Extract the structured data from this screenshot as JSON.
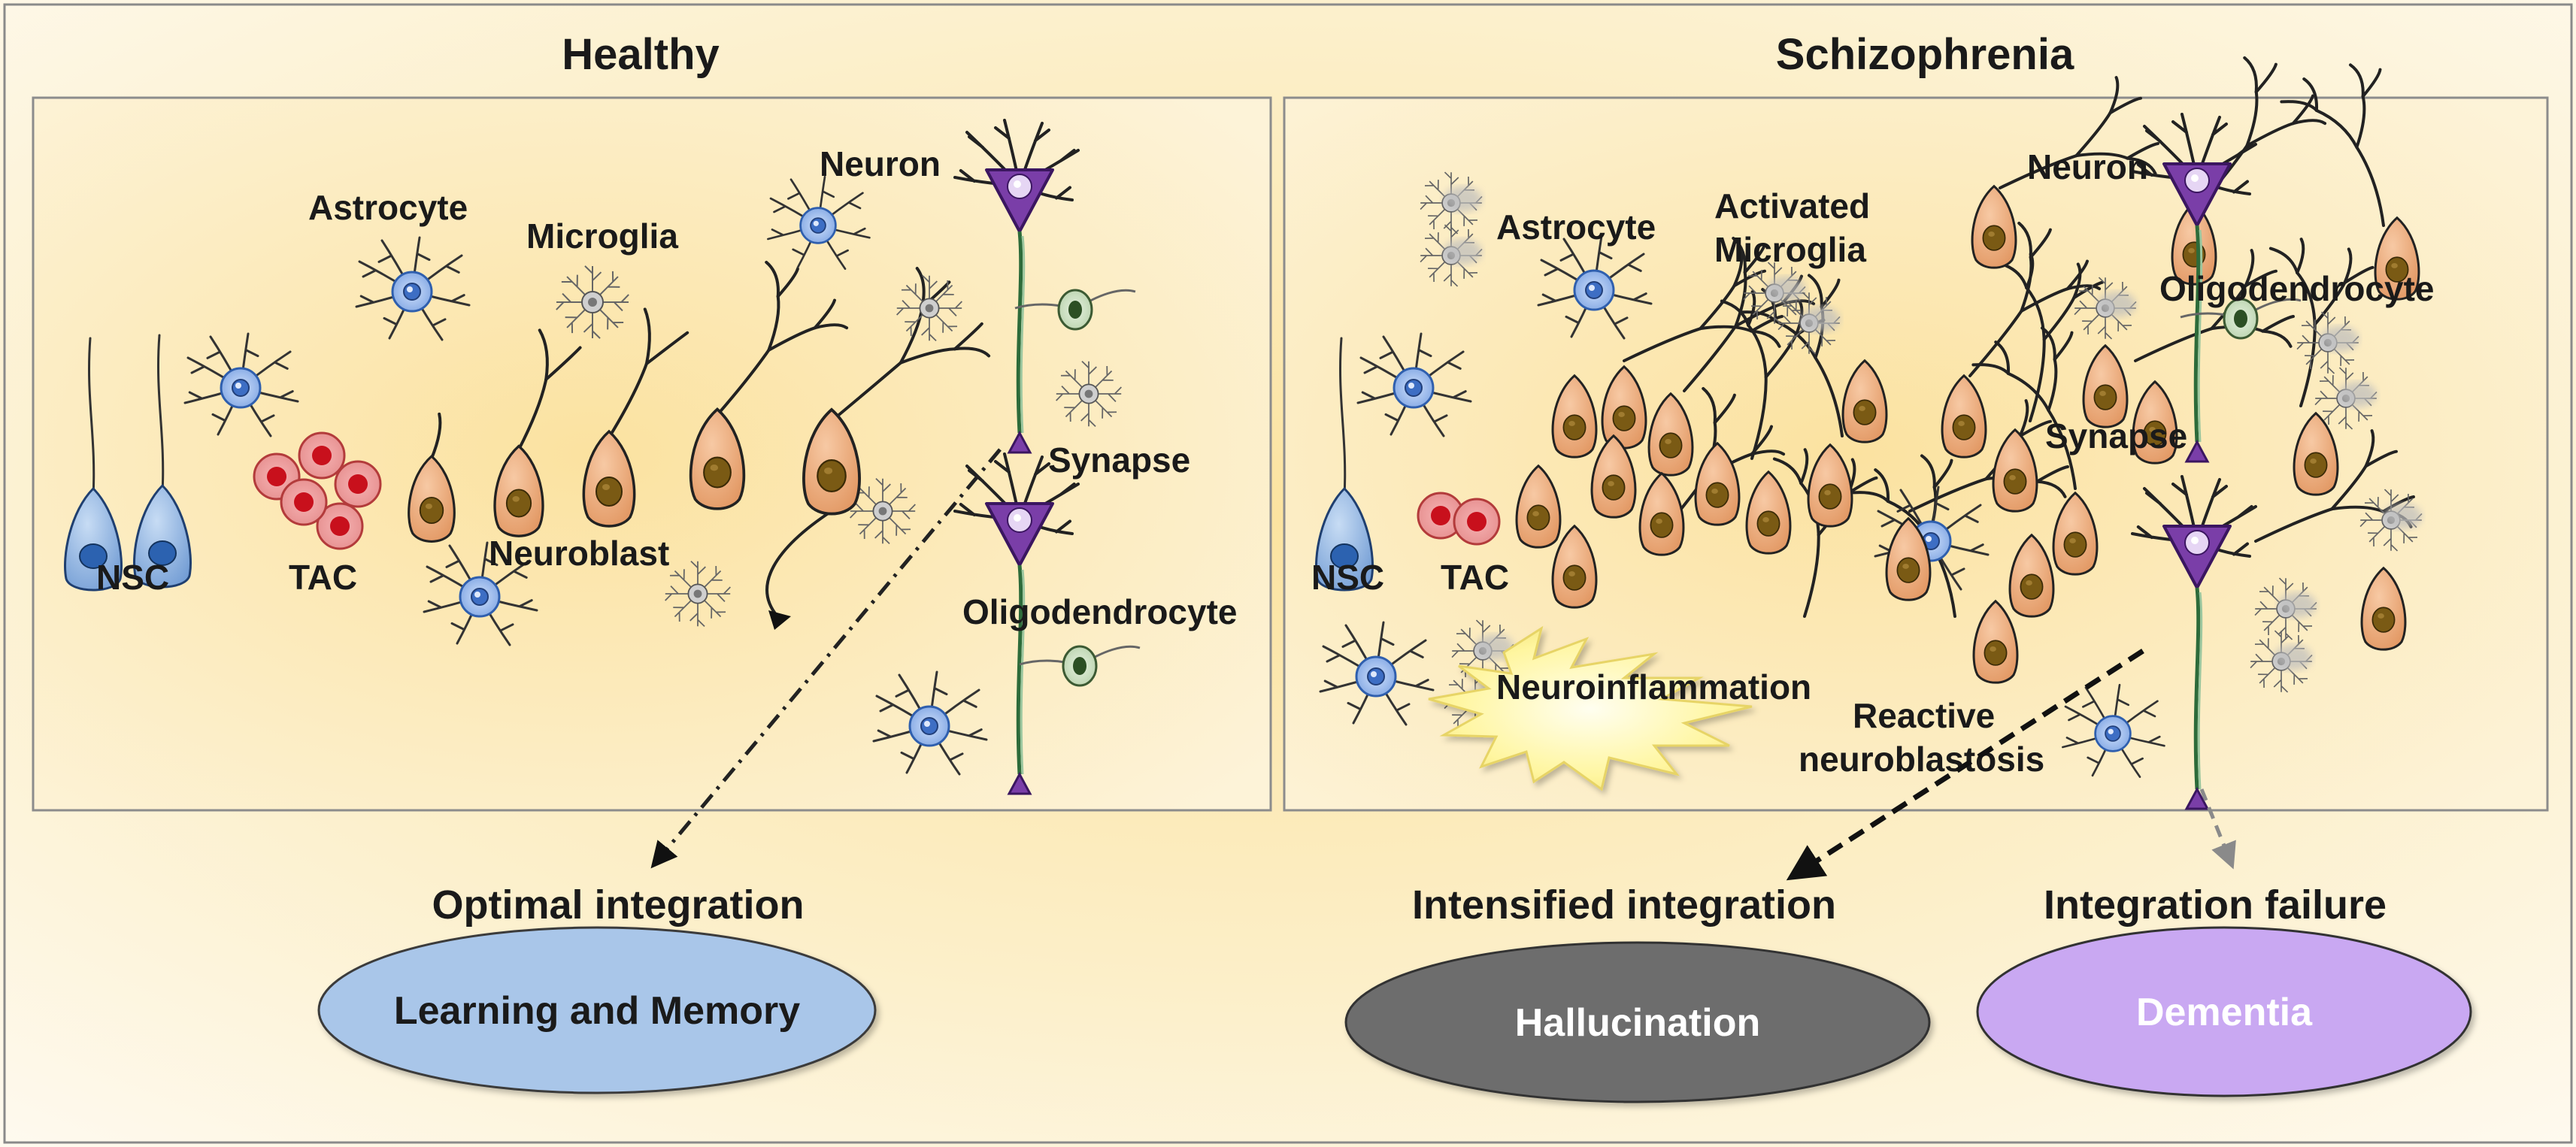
{
  "panels": {
    "healthy": {
      "title": "Healthy",
      "labels": {
        "nsc": "NSC",
        "tac": "TAC",
        "astrocyte": "Astrocyte",
        "microglia": "Microglia",
        "neuron": "Neuron",
        "neuroblast": "Neuroblast",
        "synapse": "Synapse",
        "oligodendrocyte": "Oligodendrocyte"
      },
      "outcome": "Optimal integration",
      "result": "Learning and Memory"
    },
    "schizophrenia": {
      "title": "Schizophrenia",
      "labels": {
        "nsc": "NSC",
        "tac": "TAC",
        "astrocyte": "Astrocyte",
        "activated_microglia_1": "Activated",
        "activated_microglia_2": "Microglia",
        "neuron": "Neuron",
        "oligodendrocyte": "Oligodendrocyte",
        "synapse": "Synapse",
        "neuroinflammation": "Neuroinflammation",
        "reactive_1": "Reactive",
        "reactive_2": "neuroblastosis"
      },
      "outcomes": [
        {
          "label": "Intensified integration",
          "result": "Hallucination"
        },
        {
          "label": "Integration failure",
          "result": "Dementia"
        }
      ]
    }
  },
  "colors": {
    "background_center": "#fbe6a8",
    "background_edge": "#fdf7e6",
    "nsc_cell": "#8fb4e0",
    "tac_cell": "#e84848",
    "neuroblast_body": "#eda97a",
    "neuroblast_nucleus": "#7a5a14",
    "neuron_body": "#7a3ea8",
    "astrocyte_core": "#4f80d0",
    "learning_oval": "#a9c6e9",
    "hallucination_oval": "#6d6d6d",
    "dementia_oval": "#c9a8f2",
    "starburst": "#fff7a0"
  }
}
